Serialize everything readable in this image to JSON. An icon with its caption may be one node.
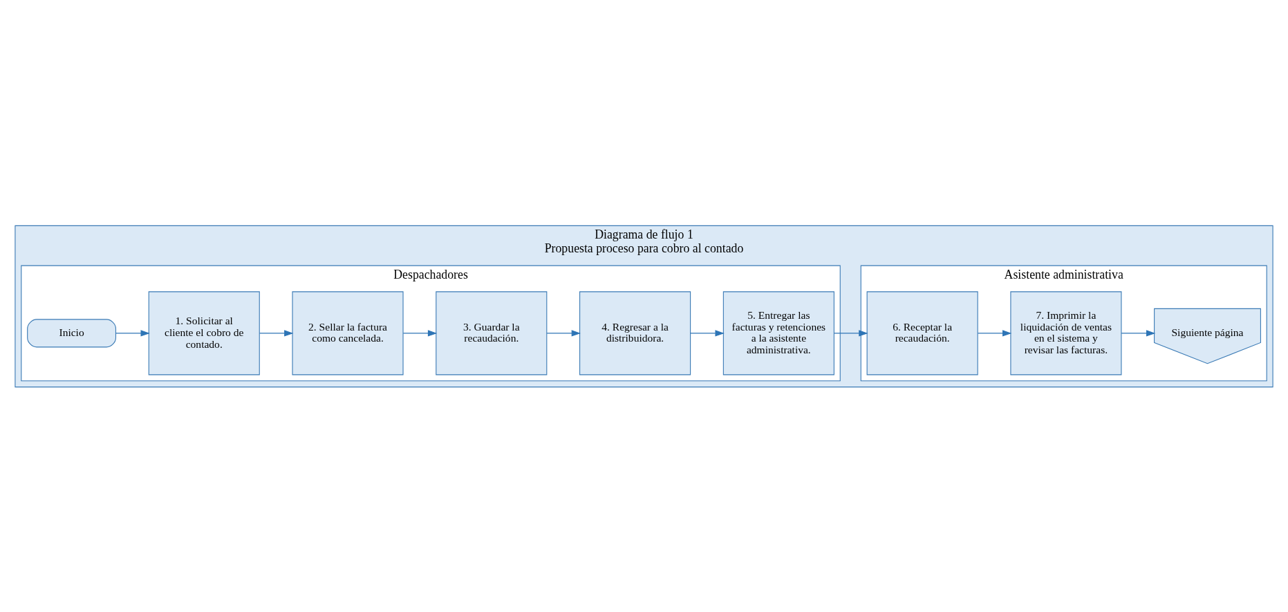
{
  "diagram": {
    "nodes": [
      {
        "text": [
          "Diagrama de flujo 1",
          "Propuesta proceso para cobro al contado"
        ]
      },
      {
        "text": [
          "Despachadores"
        ],
        "in": 0
      },
      {
        "text": [
          "Asistente administrativa"
        ],
        "in": 0
      },
      {
        "text": [
          "Inicio"
        ],
        "in": 1
      },
      {
        "text": [
          "1. Solicitar al cliente el cobro de contado."
        ],
        "in": 1
      },
      {
        "text": [
          "2. Sellar la factura como cancelada."
        ],
        "in": 1
      },
      {
        "text": [
          "3. Guardar la recaudación."
        ],
        "in": 1
      },
      {
        "text": [
          "4. Regresar a la distribuidora."
        ],
        "in": 1
      },
      {
        "text": [
          "5. Entregar las facturas y retenciones a la asistente administrativa."
        ],
        "in": 1
      },
      {
        "text": [
          "6. Receptar la recaudación."
        ],
        "in": 2
      },
      {
        "text": [
          "7. Imprimir la liquidación de ventas en el sistema y revisar las facturas."
        ],
        "in": 2
      },
      {
        "text": [
          "Siguiente página"
        ],
        "in": 2
      }
    ],
    "edges": [
      {
        "from": 3,
        "to": 4,
        "arrow": "to"
      },
      {
        "from": 4,
        "to": 5,
        "arrow": "to"
      },
      {
        "from": 5,
        "to": 6,
        "arrow": "to"
      },
      {
        "from": 6,
        "to": 7,
        "arrow": "to"
      },
      {
        "from": 7,
        "to": 8,
        "arrow": "to"
      },
      {
        "from": 8,
        "to": 9,
        "arrow": "to"
      },
      {
        "from": 9,
        "to": 10,
        "arrow": "to"
      },
      {
        "from": 10,
        "to": 11,
        "arrow": "to"
      }
    ]
  }
}
